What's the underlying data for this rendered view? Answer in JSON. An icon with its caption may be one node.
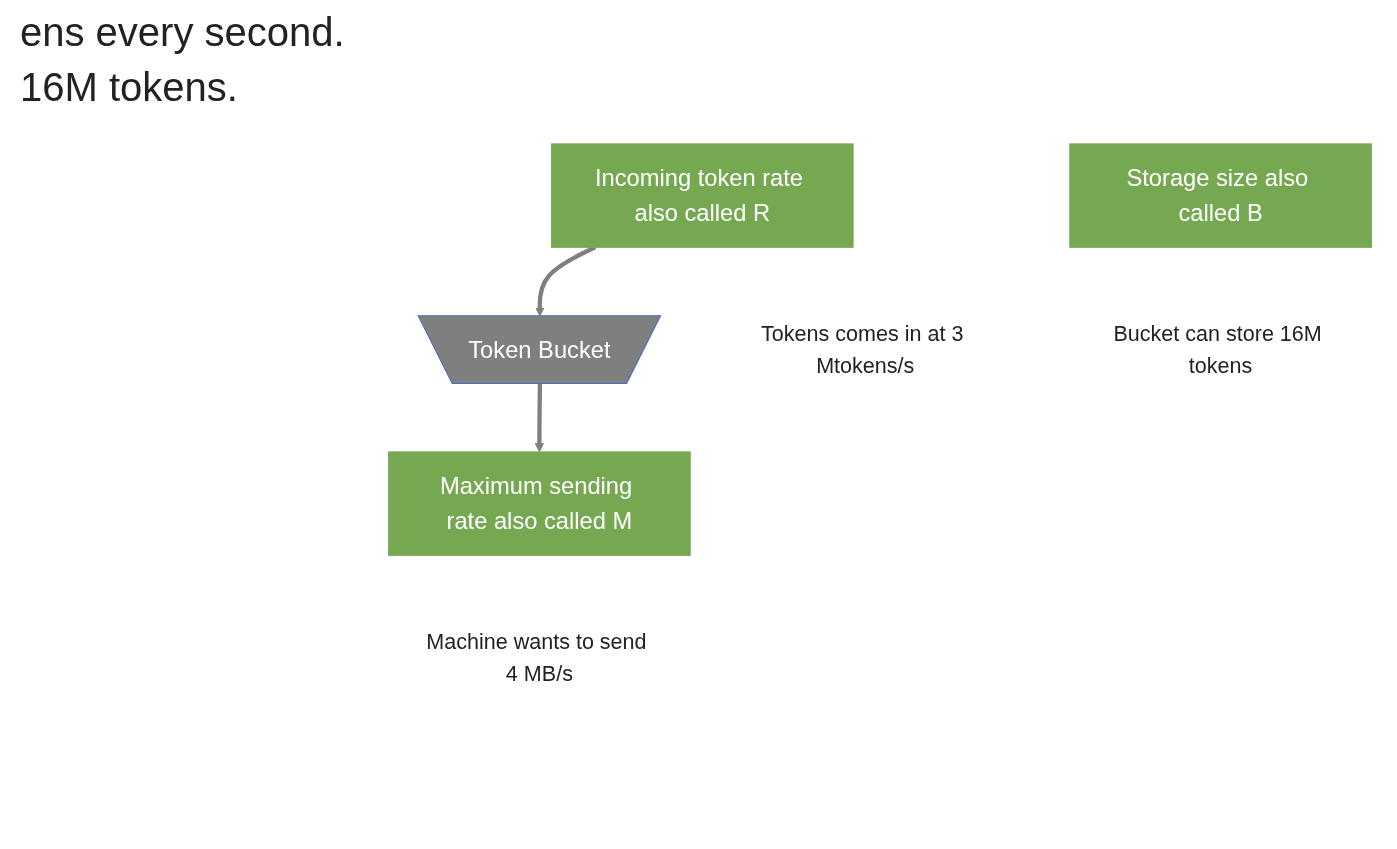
{
  "diagram": {
    "nodes": [
      {
        "text": [
          "Incoming token rate also called R"
        ],
        "beside": [
          "Tokens comes in at 3 Mtokens/s"
        ]
      },
      {
        "text": [
          "Token Bucket"
        ]
      },
      {
        "text": [
          "Maximum sending rate also called M"
        ],
        "beside": [
          "Machine wants to send 4 MB/s"
        ]
      },
      {
        "text": [
          "Storage size also called B"
        ],
        "beside": [
          "Bucket can store 16M tokens"
        ]
      }
    ],
    "edges": [
      {
        "from": 0,
        "to": 1,
        "arrow": "to"
      },
      {
        "from": 1,
        "to": 2,
        "arrow": "to"
      }
    ],
    "labels": [
      "ens every second.",
      "16M tokens."
    ]
  }
}
